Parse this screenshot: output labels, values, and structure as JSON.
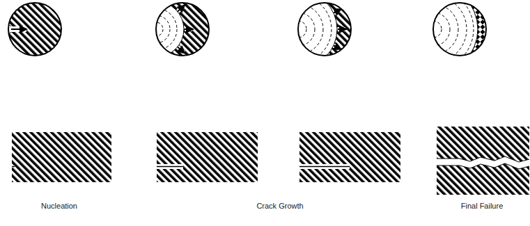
{
  "diagram": {
    "labels": [
      "Nucleation",
      "Crack Growth",
      "Final Failure"
    ]
  }
}
